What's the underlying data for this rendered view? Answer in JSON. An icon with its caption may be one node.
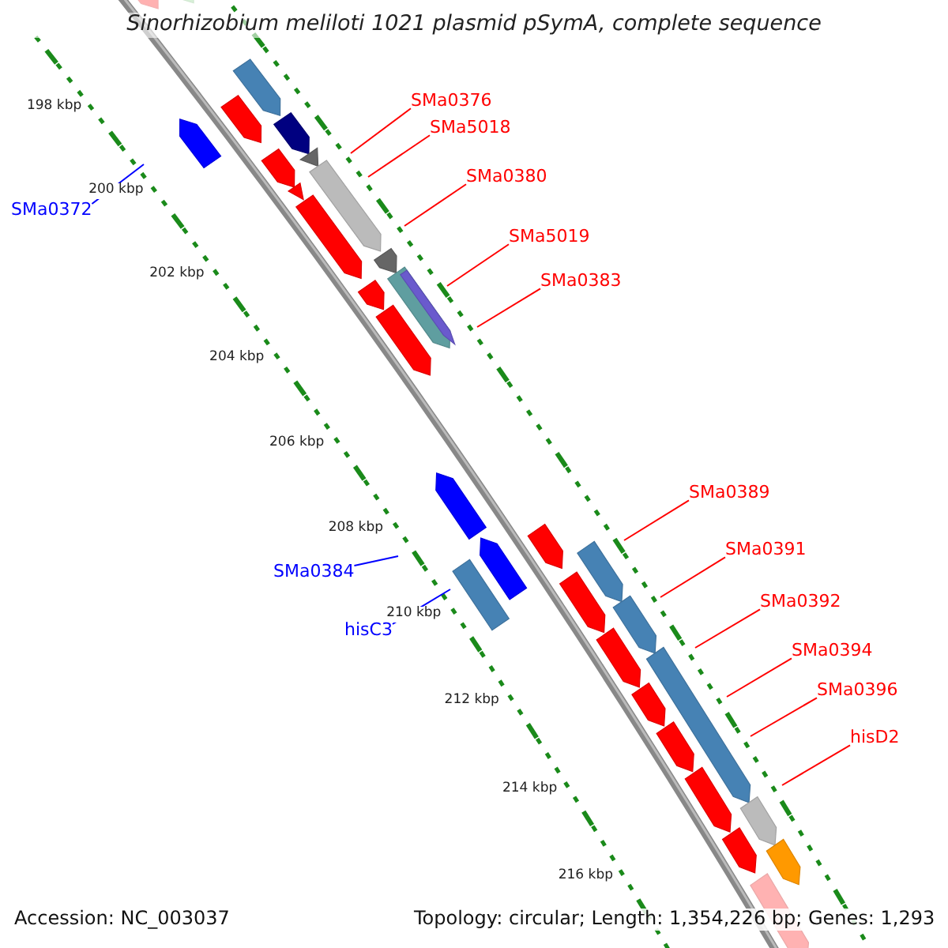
{
  "diagram": {
    "title": "Sinorhizobium meliloti 1021 plasmid pSymA, complete sequence",
    "nodes": [
      {
        "text": [
          "SMa0376"
        ]
      },
      {
        "text": [
          "SMa5018"
        ]
      },
      {
        "text": [
          "SMa0380"
        ]
      },
      {
        "text": [
          "SMa0372"
        ]
      },
      {
        "text": [
          "SMa5019"
        ]
      },
      {
        "text": [
          "SMa0383"
        ]
      },
      {
        "text": [
          "SMa0389"
        ]
      },
      {
        "text": [
          "SMa0391"
        ]
      },
      {
        "text": [
          "SMa0384"
        ]
      },
      {
        "text": [
          "SMa0392"
        ]
      },
      {
        "text": [
          "hisC3"
        ]
      },
      {
        "text": [
          "SMa0394"
        ]
      },
      {
        "text": [
          "SMa0396"
        ]
      },
      {
        "text": [
          "hisD2"
        ]
      }
    ],
    "edges": [
      {
        "from": 0,
        "to": null,
        "arrow": "none"
      },
      {
        "from": 1,
        "to": null,
        "arrow": "none"
      },
      {
        "from": 2,
        "to": null,
        "arrow": "none"
      },
      {
        "from": 3,
        "to": null,
        "arrow": "none",
        "color": "#0000ff"
      },
      {
        "from": 4,
        "to": null,
        "arrow": "none"
      },
      {
        "from": 5,
        "to": null,
        "arrow": "none"
      },
      {
        "from": 6,
        "to": null,
        "arrow": "none"
      },
      {
        "from": 7,
        "to": null,
        "arrow": "none"
      },
      {
        "from": 8,
        "to": null,
        "arrow": "none",
        "color": "#0000ff"
      },
      {
        "from": 9,
        "to": null,
        "arrow": "none"
      },
      {
        "from": 10,
        "to": null,
        "arrow": "none",
        "color": "#0000ff"
      },
      {
        "from": 11,
        "to": null,
        "arrow": "none"
      },
      {
        "from": 12,
        "to": null,
        "arrow": "none"
      },
      {
        "from": 13,
        "to": null,
        "arrow": "none"
      }
    ],
    "labels": [
      "198 kbp",
      "200 kbp",
      "202 kbp",
      "204 kbp",
      "206 kbp",
      "208 kbp",
      "210 kbp",
      "212 kbp",
      "214 kbp",
      "216 kbp",
      "Accession: NC_003037",
      "Topology: circular; Length: 1,354,226 bp; Genes: 1,293"
    ]
  }
}
